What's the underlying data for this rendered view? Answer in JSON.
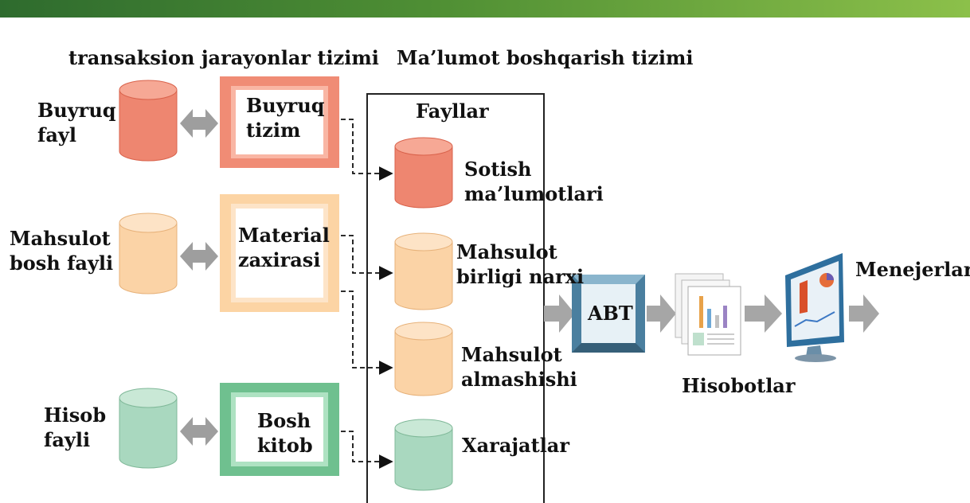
{
  "headers": {
    "left": "transaksion jarayonlar tizimi",
    "right": "Ma’lumot boshqarish tizimi"
  },
  "sources": [
    {
      "name": "Buyruq\nfayl",
      "color": "#ee8670"
    },
    {
      "name": "Mahsulot\nbosh fayli",
      "color": "#fbd3a6"
    },
    {
      "name": "Hisob\nfayli",
      "color": "#a9d8bf"
    }
  ],
  "systems": [
    {
      "name": "Buyruq\ntizim",
      "color": "#f08c75"
    },
    {
      "name": "Material\nzaxirasi",
      "color": "#fcd4a4"
    },
    {
      "name": "Bosh\nkitob",
      "color": "#83d3a3"
    }
  ],
  "files_title": "Fayllar",
  "files": [
    {
      "name": "Sotish\nma’lumotlari",
      "color": "#ee8670"
    },
    {
      "name": "Mahsulot\nbirligi narxi",
      "color": "#fbd3a6"
    },
    {
      "name": "Mahsulot\nalmashishi",
      "color": "#fbd3a6"
    },
    {
      "name": "Xarajatlar",
      "color": "#a9d8bf"
    }
  ],
  "abt_label": "ABT",
  "reports_label": "Hisobotlar",
  "managers_label": "Menejerlar",
  "colors": {
    "header_bar_start": "#2e6b2e",
    "header_bar_end": "#8cc04a",
    "arrow_gray": "#a6a6a6",
    "abt_box": "#5b8fb0"
  }
}
